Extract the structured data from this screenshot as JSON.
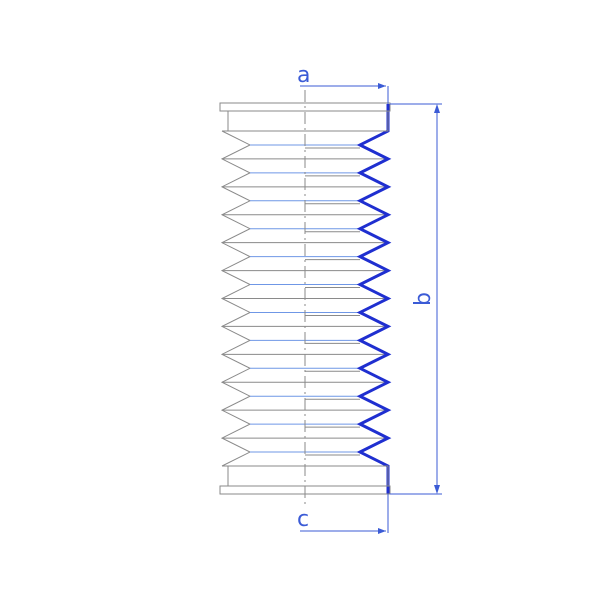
{
  "drawing": {
    "title": "",
    "part": "bellows-boot",
    "convolutions": 12,
    "colors": {
      "outline": "#8a8a8a",
      "section_lines": "#6f97e6",
      "profile": "#1f2fd0",
      "dimensions": "#3b5bd6"
    }
  },
  "dimensions": {
    "a_label": "a",
    "b_label": "b",
    "c_label": "c"
  }
}
